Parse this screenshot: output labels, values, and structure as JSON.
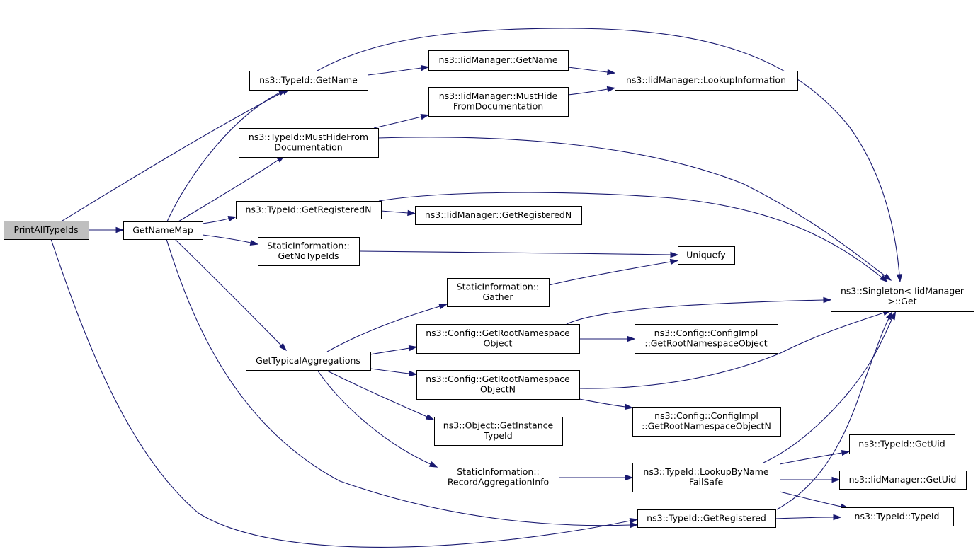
{
  "graph": {
    "colors": {
      "edge": "#191970",
      "root_fill": "#bfbfbf",
      "node_fill": "#ffffff",
      "node_border": "#000000"
    },
    "nodes": [
      {
        "id": "PrintAllTypeIds",
        "lines": [
          "PrintAllTypeIds"
        ]
      },
      {
        "id": "GetNameMap",
        "lines": [
          "GetNameMap"
        ]
      },
      {
        "id": "TypeId_GetName",
        "lines": [
          "ns3::TypeId::GetName"
        ]
      },
      {
        "id": "IidManager_GetName",
        "lines": [
          "ns3::IidManager::GetName"
        ]
      },
      {
        "id": "IidManager_LookupInformation",
        "lines": [
          "ns3::IidManager::LookupInformation"
        ]
      },
      {
        "id": "IidManager_MustHide",
        "lines": [
          "ns3::IidManager::MustHide",
          "FromDocumentation"
        ]
      },
      {
        "id": "TypeId_MustHide",
        "lines": [
          "ns3::TypeId::MustHideFrom",
          "Documentation"
        ]
      },
      {
        "id": "TypeId_GetRegisteredN",
        "lines": [
          "ns3::TypeId::GetRegisteredN"
        ]
      },
      {
        "id": "IidManager_GetRegisteredN",
        "lines": [
          "ns3::IidManager::GetRegisteredN"
        ]
      },
      {
        "id": "StaticInformation_GetNoTypeIds",
        "lines": [
          "StaticInformation::",
          "GetNoTypeIds"
        ]
      },
      {
        "id": "Uniquefy",
        "lines": [
          "Uniquefy"
        ]
      },
      {
        "id": "Singleton_Get",
        "lines": [
          "ns3::Singleton< IidManager",
          ">::Get"
        ]
      },
      {
        "id": "StaticInformation_Gather",
        "lines": [
          "StaticInformation::",
          "Gather"
        ]
      },
      {
        "id": "GetTypicalAggregations",
        "lines": [
          "GetTypicalAggregations"
        ]
      },
      {
        "id": "Config_GetRootNamespaceObject",
        "lines": [
          "ns3::Config::GetRootNamespace",
          "Object"
        ]
      },
      {
        "id": "ConfigImpl_GetRootNamespaceObject",
        "lines": [
          "ns3::Config::ConfigImpl",
          "::GetRootNamespaceObject"
        ]
      },
      {
        "id": "Config_GetRootNamespaceObjectN",
        "lines": [
          "ns3::Config::GetRootNamespace",
          "ObjectN"
        ]
      },
      {
        "id": "ConfigImpl_GetRootNamespaceObjectN",
        "lines": [
          "ns3::Config::ConfigImpl",
          "::GetRootNamespaceObjectN"
        ]
      },
      {
        "id": "Object_GetInstanceTypeId",
        "lines": [
          "ns3::Object::GetInstance",
          "TypeId"
        ]
      },
      {
        "id": "StaticInformation_RecordAggregationInfo",
        "lines": [
          "StaticInformation::",
          "RecordAggregationInfo"
        ]
      },
      {
        "id": "TypeId_LookupByNameFailSafe",
        "lines": [
          "ns3::TypeId::LookupByName",
          "FailSafe"
        ]
      },
      {
        "id": "TypeId_GetUid",
        "lines": [
          "ns3::TypeId::GetUid"
        ]
      },
      {
        "id": "IidManager_GetUid",
        "lines": [
          "ns3::IidManager::GetUid"
        ]
      },
      {
        "id": "TypeId_TypeId",
        "lines": [
          "ns3::TypeId::TypeId"
        ]
      },
      {
        "id": "TypeId_GetRegistered",
        "lines": [
          "ns3::TypeId::GetRegistered"
        ]
      }
    ],
    "edges": [
      {
        "from": "PrintAllTypeIds",
        "to": "GetNameMap"
      },
      {
        "from": "PrintAllTypeIds",
        "to": "TypeId_GetName"
      },
      {
        "from": "PrintAllTypeIds",
        "to": "TypeId_GetRegistered"
      },
      {
        "from": "GetNameMap",
        "to": "TypeId_GetName"
      },
      {
        "from": "GetNameMap",
        "to": "TypeId_MustHide"
      },
      {
        "from": "GetNameMap",
        "to": "TypeId_GetRegisteredN"
      },
      {
        "from": "GetNameMap",
        "to": "StaticInformation_GetNoTypeIds"
      },
      {
        "from": "GetNameMap",
        "to": "GetTypicalAggregations"
      },
      {
        "from": "GetNameMap",
        "to": "TypeId_GetRegistered"
      },
      {
        "from": "TypeId_GetName",
        "to": "IidManager_GetName"
      },
      {
        "from": "TypeId_GetName",
        "to": "Singleton_Get"
      },
      {
        "from": "IidManager_GetName",
        "to": "IidManager_LookupInformation"
      },
      {
        "from": "IidManager_MustHide",
        "to": "IidManager_LookupInformation"
      },
      {
        "from": "TypeId_MustHide",
        "to": "IidManager_MustHide"
      },
      {
        "from": "TypeId_MustHide",
        "to": "Singleton_Get"
      },
      {
        "from": "TypeId_GetRegisteredN",
        "to": "IidManager_GetRegisteredN"
      },
      {
        "from": "TypeId_GetRegisteredN",
        "to": "Singleton_Get"
      },
      {
        "from": "StaticInformation_GetNoTypeIds",
        "to": "Uniquefy"
      },
      {
        "from": "StaticInformation_Gather",
        "to": "Uniquefy"
      },
      {
        "from": "GetTypicalAggregations",
        "to": "StaticInformation_Gather"
      },
      {
        "from": "GetTypicalAggregations",
        "to": "Config_GetRootNamespaceObject"
      },
      {
        "from": "GetTypicalAggregations",
        "to": "Config_GetRootNamespaceObjectN"
      },
      {
        "from": "GetTypicalAggregations",
        "to": "Object_GetInstanceTypeId"
      },
      {
        "from": "GetTypicalAggregations",
        "to": "StaticInformation_RecordAggregationInfo"
      },
      {
        "from": "Config_GetRootNamespaceObject",
        "to": "ConfigImpl_GetRootNamespaceObject"
      },
      {
        "from": "Config_GetRootNamespaceObject",
        "to": "Singleton_Get"
      },
      {
        "from": "Config_GetRootNamespaceObjectN",
        "to": "ConfigImpl_GetRootNamespaceObjectN"
      },
      {
        "from": "Config_GetRootNamespaceObjectN",
        "to": "Singleton_Get"
      },
      {
        "from": "StaticInformation_RecordAggregationInfo",
        "to": "TypeId_LookupByNameFailSafe"
      },
      {
        "from": "TypeId_LookupByNameFailSafe",
        "to": "Singleton_Get"
      },
      {
        "from": "TypeId_LookupByNameFailSafe",
        "to": "TypeId_GetUid"
      },
      {
        "from": "TypeId_LookupByNameFailSafe",
        "to": "IidManager_GetUid"
      },
      {
        "from": "TypeId_LookupByNameFailSafe",
        "to": "TypeId_TypeId"
      },
      {
        "from": "TypeId_GetRegistered",
        "to": "Singleton_Get"
      },
      {
        "from": "TypeId_GetRegistered",
        "to": "TypeId_TypeId"
      }
    ]
  }
}
